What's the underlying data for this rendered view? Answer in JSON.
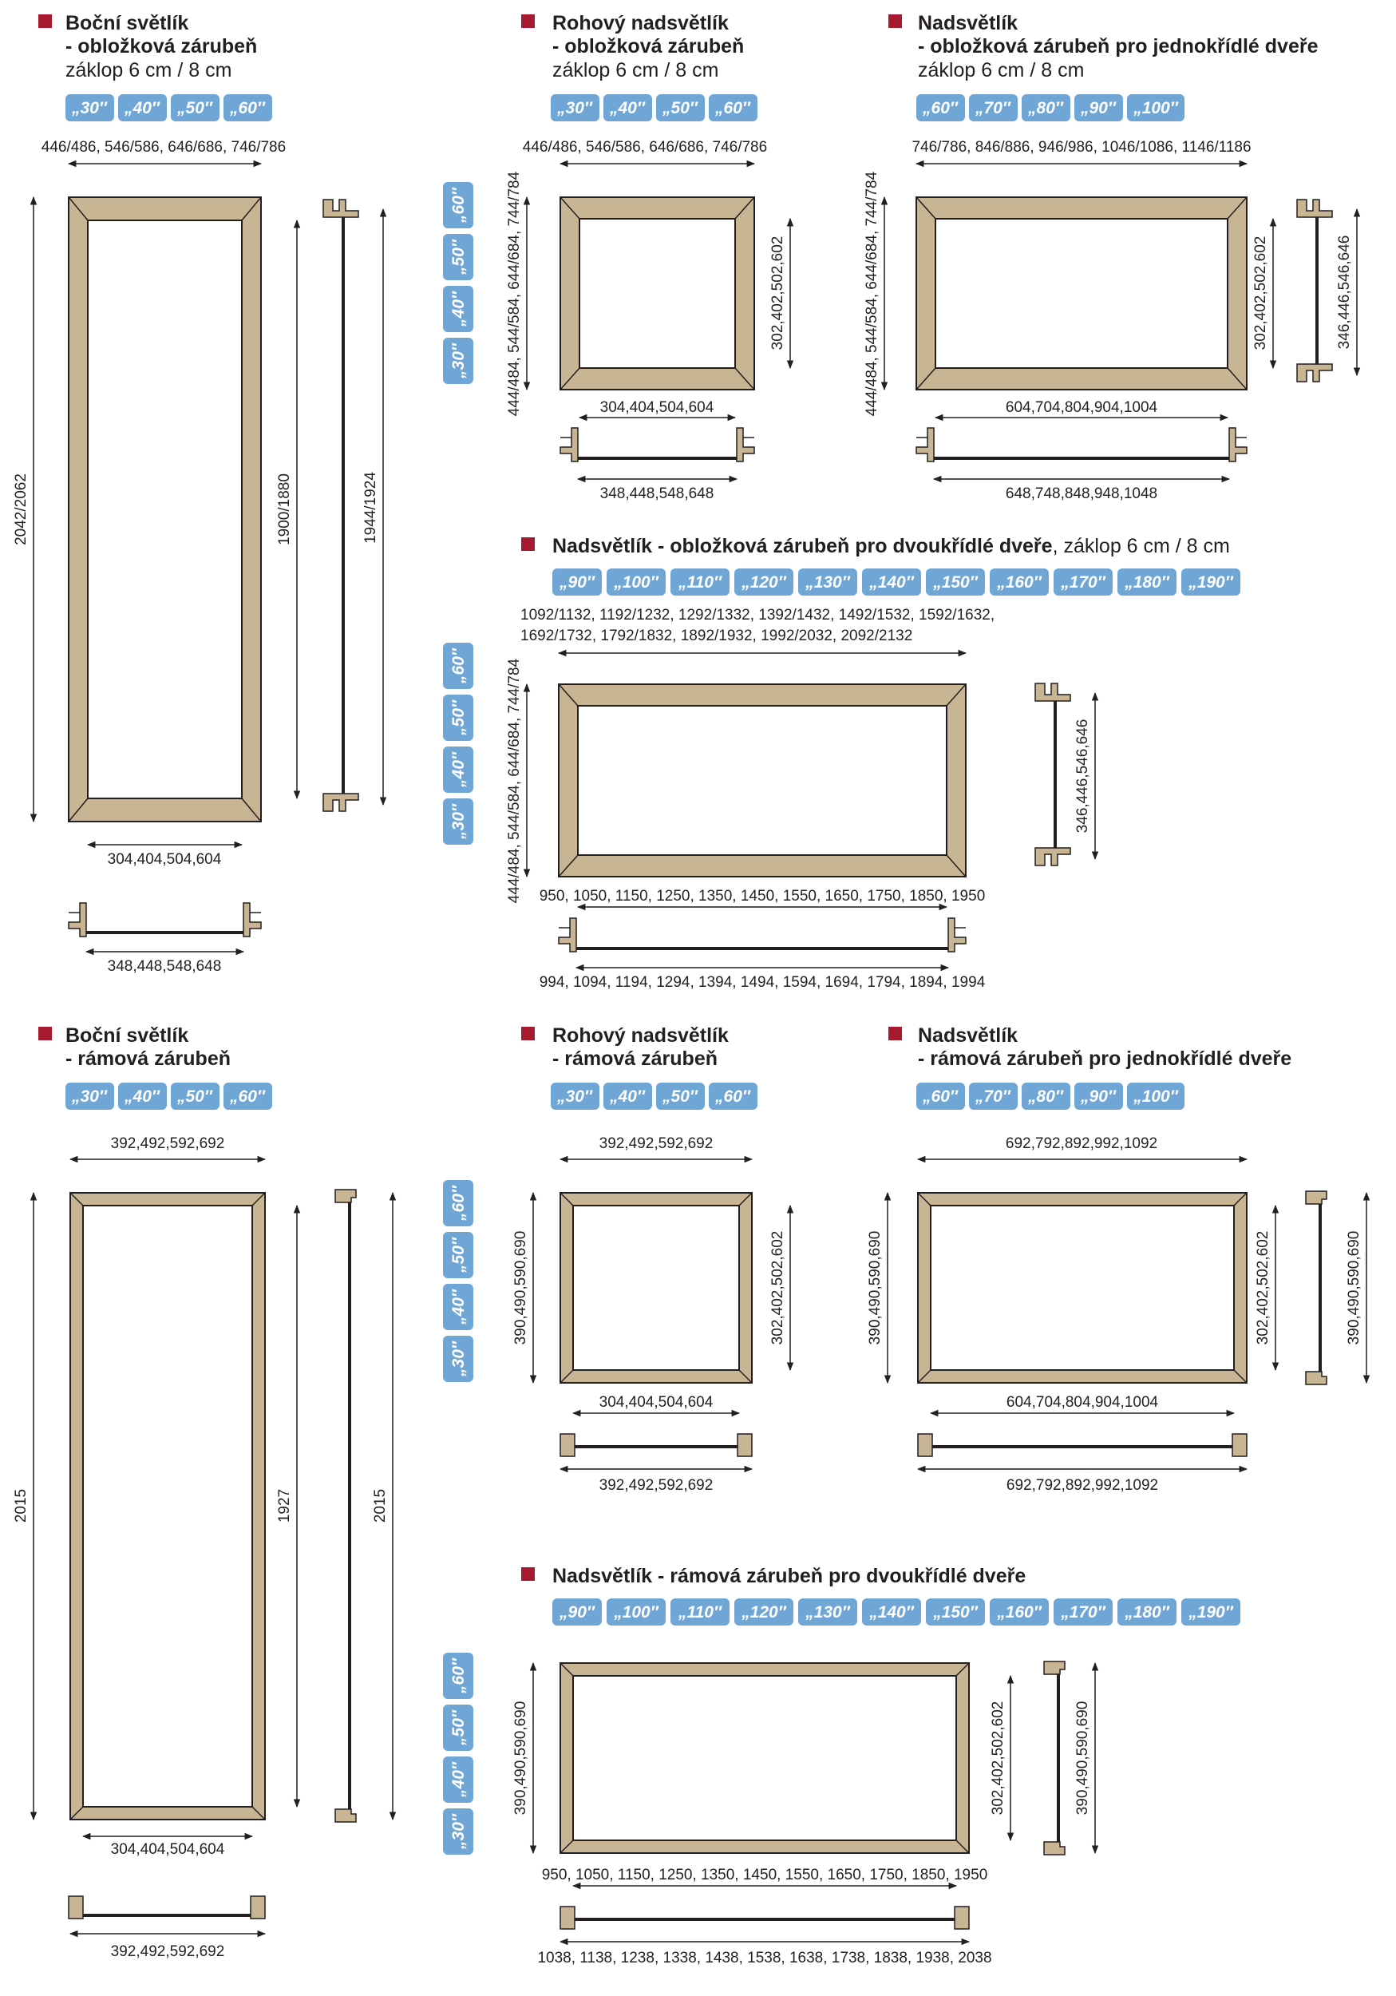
{
  "sections": {
    "s1": {
      "title_line1": "Boční světlík",
      "title_line2": "- obložková zárubeň",
      "subtitle": "záklop 6 cm / 8 cm",
      "tags": [
        "„30″",
        "„40″",
        "„50″",
        "„60″"
      ],
      "dims": {
        "top": "446/486, 546/586, 646/686, 746/786",
        "left": "2042/2062",
        "inner_h": "1900/1880",
        "profile_h": "1944/1924",
        "inner_w": "304,404,504,604",
        "profile_w": "348,448,548,648"
      }
    },
    "s2": {
      "title_line1": "Rohový nadsvětlík",
      "title_line2": "- obložková zárubeň",
      "subtitle": "záklop 6 cm / 8 cm",
      "tags": [
        "„30″",
        "„40″",
        "„50″",
        "„60″"
      ],
      "dims": {
        "top": "446/486, 546/586, 646/686, 746/786",
        "left": "444/484, 544/584, 644/684, 744/784",
        "inner_h": "302,402,502,602",
        "inner_w": "304,404,504,604",
        "profile_w": "348,448,548,648"
      }
    },
    "s3": {
      "title_line1": "Nadsvětlík",
      "title_line2": "- obložková zárubeň pro jednokřídlé dveře",
      "subtitle": "záklop 6 cm / 8 cm",
      "tags": [
        "„60″",
        "„70″",
        "„80″",
        "„90″",
        "„100″"
      ],
      "dims": {
        "top": "746/786, 846/886, 946/986, 1046/1086, 1146/1186",
        "left": "444/484, 544/584, 644/684, 744/784",
        "inner_h": "302,402,502,602",
        "profile_h": "346,446,546,646",
        "inner_w": "604,704,804,904,1004",
        "profile_w": "648,748,848,948,1048"
      }
    },
    "s4": {
      "title_bold": "Nadsvětlík - obložková zárubeň pro dvoukřídlé dveře",
      "title_tail": ", záklop 6 cm / 8 cm",
      "tags": [
        "„90″",
        "„100″",
        "„110″",
        "„120″",
        "„130″",
        "„140″",
        "„150″",
        "„160″",
        "„170″",
        "„180″",
        "„190″"
      ],
      "dims": {
        "top_line1": "1092/1132, 1192/1232, 1292/1332, 1392/1432, 1492/1532, 1592/1632,",
        "top_line2": "1692/1732, 1792/1832, 1892/1932, 1992/2032, 2092/2132",
        "left": "444/484, 544/584, 644/684, 744/784",
        "profile_h": "346,446,546,646",
        "inner_w": "950, 1050, 1150, 1250, 1350, 1450, 1550, 1650, 1750, 1850, 1950",
        "profile_w": "994, 1094, 1194, 1294, 1394, 1494, 1594, 1694, 1794, 1894, 1994"
      }
    },
    "s5": {
      "title_line1": "Boční světlík",
      "title_line2": "- rámová zárubeň",
      "tags": [
        "„30″",
        "„40″",
        "„50″",
        "„60″"
      ],
      "dims": {
        "top": "392,492,592,692",
        "left": "2015",
        "inner_h": "1927",
        "profile_h": "2015",
        "inner_w": "304,404,504,604",
        "profile_w": "392,492,592,692"
      }
    },
    "s6": {
      "title_line1": "Rohový nadsvětlík",
      "title_line2": "- rámová zárubeň",
      "tags": [
        "„30″",
        "„40″",
        "„50″",
        "„60″"
      ],
      "dims": {
        "top": "392,492,592,692",
        "left": "390,490,590,690",
        "inner_h": "302,402,502,602",
        "inner_w": "304,404,504,604",
        "profile_w": "392,492,592,692"
      }
    },
    "s7": {
      "title_line1": "Nadsvětlík",
      "title_line2": "- rámová zárubeň pro jednokřídlé dveře",
      "tags": [
        "„60″",
        "„70″",
        "„80″",
        "„90″",
        "„100″"
      ],
      "dims": {
        "top": "692,792,892,992,1092",
        "left": "390,490,590,690",
        "inner_h": "302,402,502,602",
        "profile_h": "390,490,590,690",
        "inner_w": "604,704,804,904,1004",
        "profile_w": "692,792,892,992,1092"
      }
    },
    "s8": {
      "title": "Nadsvětlík - rámová zárubeň pro dvoukřídlé dveře",
      "tags": [
        "„90″",
        "„100″",
        "„110″",
        "„120″",
        "„130″",
        "„140″",
        "„150″",
        "„160″",
        "„170″",
        "„180″",
        "„190″"
      ],
      "dims": {
        "left": "390,490,590,690",
        "inner_h": "302,402,502,602",
        "profile_h": "390,490,590,690",
        "inner_w": "950, 1050, 1150, 1250, 1350, 1450, 1550, 1650, 1750, 1850, 1950",
        "profile_w": "1038, 1138, 1238, 1338, 1438, 1538, 1638, 1738, 1838, 1938, 2038"
      }
    }
  },
  "vertical_tags": [
    "„60″",
    "„50″",
    "„40″",
    "„30″"
  ],
  "colors": {
    "accent_square": "#a6192e",
    "tag_bg": "#6fa6d6",
    "frame_wood": "#c8b594"
  }
}
